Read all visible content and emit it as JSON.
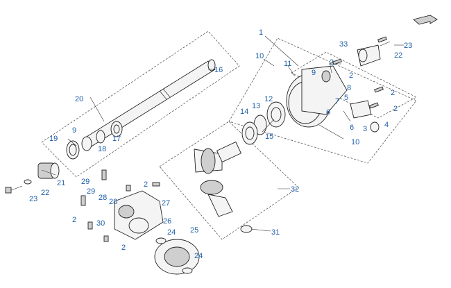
{
  "diagram": {
    "callouts": [
      {
        "id": "c1",
        "text": "1"
      },
      {
        "id": "c2a",
        "text": "2"
      },
      {
        "id": "c2b",
        "text": "2"
      },
      {
        "id": "c2c",
        "text": "2"
      },
      {
        "id": "c2d",
        "text": "2"
      },
      {
        "id": "c2e",
        "text": "2"
      },
      {
        "id": "c2f",
        "text": "2"
      },
      {
        "id": "c2g",
        "text": "2"
      },
      {
        "id": "c3",
        "text": "3"
      },
      {
        "id": "c4",
        "text": "4"
      },
      {
        "id": "c5",
        "text": "5"
      },
      {
        "id": "c6a",
        "text": "6"
      },
      {
        "id": "c6b",
        "text": "6"
      },
      {
        "id": "c7",
        "text": "7"
      },
      {
        "id": "c8",
        "text": "8"
      },
      {
        "id": "c9a",
        "text": "9"
      },
      {
        "id": "c9b",
        "text": "9"
      },
      {
        "id": "c10a",
        "text": "10"
      },
      {
        "id": "c10b",
        "text": "10"
      },
      {
        "id": "c11",
        "text": "11"
      },
      {
        "id": "c12",
        "text": "12"
      },
      {
        "id": "c13",
        "text": "13"
      },
      {
        "id": "c14",
        "text": "14"
      },
      {
        "id": "c15",
        "text": "15"
      },
      {
        "id": "c16",
        "text": "16"
      },
      {
        "id": "c17",
        "text": "17"
      },
      {
        "id": "c18",
        "text": "18"
      },
      {
        "id": "c19",
        "text": "19"
      },
      {
        "id": "c20",
        "text": "20"
      },
      {
        "id": "c21",
        "text": "21"
      },
      {
        "id": "c22a",
        "text": "22"
      },
      {
        "id": "c22b",
        "text": "22"
      },
      {
        "id": "c23a",
        "text": "23"
      },
      {
        "id": "c23b",
        "text": "23"
      },
      {
        "id": "c24a",
        "text": "24"
      },
      {
        "id": "c24b",
        "text": "24"
      },
      {
        "id": "c25",
        "text": "25"
      },
      {
        "id": "c26",
        "text": "26"
      },
      {
        "id": "c27",
        "text": "27"
      },
      {
        "id": "c28a",
        "text": "28"
      },
      {
        "id": "c28b",
        "text": "28"
      },
      {
        "id": "c29a",
        "text": "29"
      },
      {
        "id": "c29b",
        "text": "29"
      },
      {
        "id": "c30",
        "text": "30"
      },
      {
        "id": "c31",
        "text": "31"
      },
      {
        "id": "c32",
        "text": "32"
      },
      {
        "id": "c33",
        "text": "33"
      }
    ],
    "icons": {
      "front_arrow": "front-direction-icon"
    }
  }
}
